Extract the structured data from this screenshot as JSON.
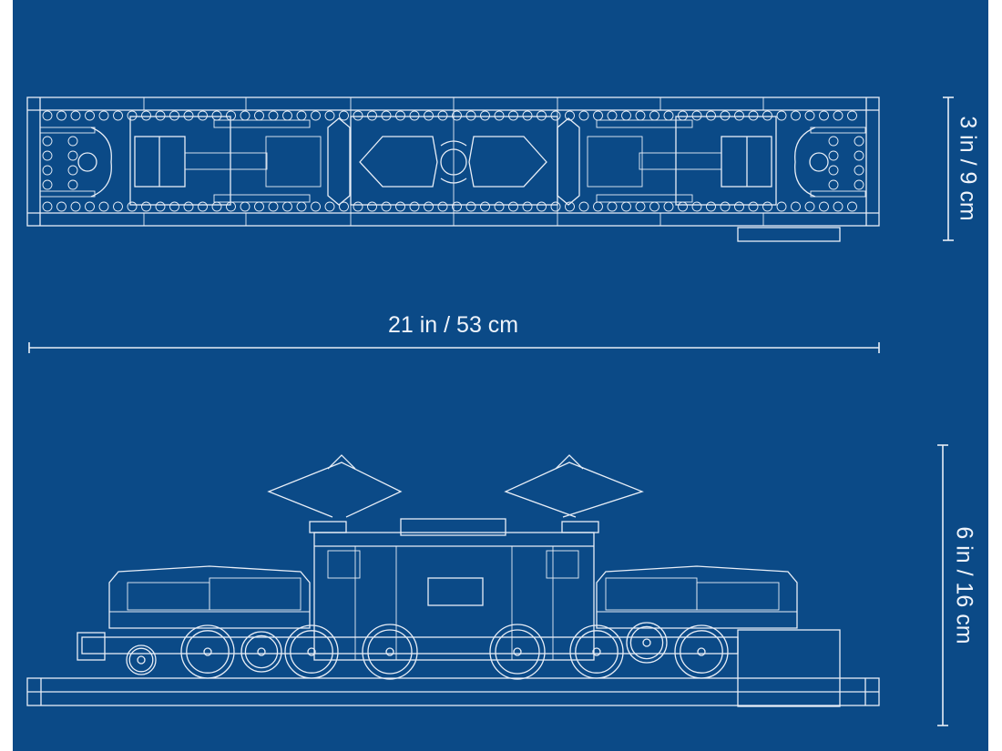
{
  "dimensions": {
    "width": "21 in / 53 cm",
    "depth": "3 in / 9 cm",
    "height": "6 in / 16 cm"
  },
  "colors": {
    "background": "#0b4a87",
    "line": "#e8eef7"
  }
}
